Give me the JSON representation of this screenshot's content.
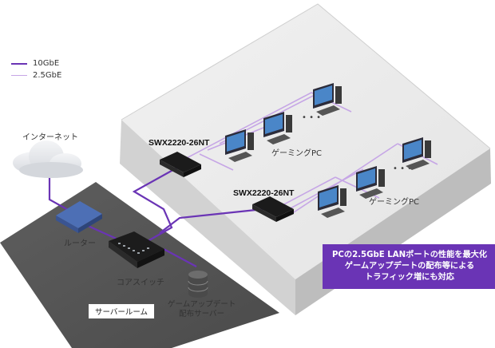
{
  "legend": {
    "items": [
      {
        "label": "10GbE",
        "color": "#6a34b5"
      },
      {
        "label": "2.5GbE",
        "color": "#c6a6e6"
      }
    ]
  },
  "labels": {
    "internet": "インターネット",
    "router": "ルーター",
    "core_switch": "コアスイッチ",
    "server": [
      "ゲームアップデート",
      "配布サーバー"
    ],
    "server_room": "サーバールーム",
    "switch_model_1": "SWX2220-26NT",
    "switch_model_2": "SWX2220-26NT",
    "gaming_pc_1": "ゲーミングPC",
    "gaming_pc_2": "ゲーミングPC"
  },
  "callout": {
    "lines": [
      "PCの2.5GbE LANポートの性能を最大化",
      "ゲームアップデートの配布等による",
      "トラフィック増にも対応"
    ],
    "color": "#6a34b5"
  },
  "colors": {
    "link_10gbe": "#6a34b5",
    "link_25gbe": "#c6a6e6",
    "server_room_floor": "#555555",
    "room_wall": "#c8c8c8"
  }
}
